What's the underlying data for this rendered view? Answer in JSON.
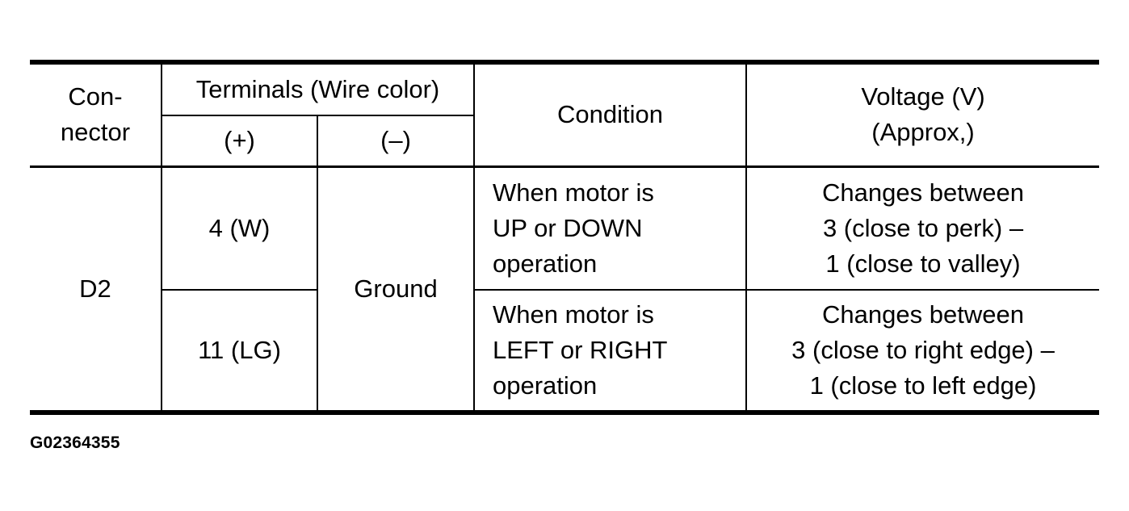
{
  "header": {
    "connector": [
      "Con-",
      "nector"
    ],
    "terminals": "Terminals (Wire color)",
    "plus": "(+)",
    "minus": "(–)",
    "condition": "Condition",
    "voltage": [
      "Voltage (V)",
      "(Approx,)"
    ]
  },
  "rows": [
    {
      "connector": "D2",
      "plus": "4 (W)",
      "minus": "Ground",
      "condition": [
        "When motor is",
        "UP or DOWN",
        "operation"
      ],
      "voltage": [
        "Changes between",
        "3 (close to perk) –",
        "1 (close to valley)"
      ]
    },
    {
      "plus": "11 (LG)",
      "condition": [
        "When motor is",
        "LEFT or RIGHT",
        "operation"
      ],
      "voltage": [
        "Changes between",
        "3 (close to right edge) –",
        "1 (close to left edge)"
      ]
    }
  ],
  "figure_code": "G02364355"
}
